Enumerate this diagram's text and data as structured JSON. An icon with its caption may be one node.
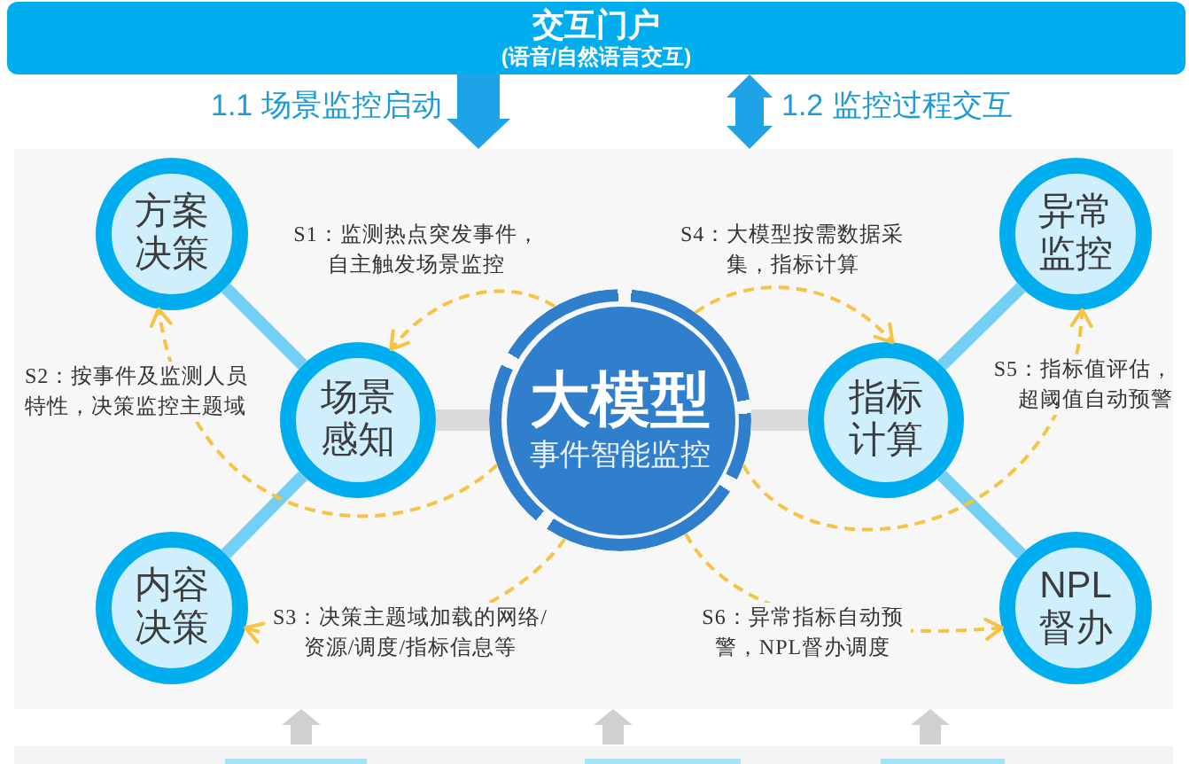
{
  "diagram": {
    "nodes": [
      {
        "text": [
          "交互门户",
          "(语音/自然语言交互)"
        ]
      },
      {
        "text": [],
        "shape": "box"
      },
      {
        "text": [
          "方案决策"
        ],
        "in": 1
      },
      {
        "text": [
          "场景感知"
        ],
        "in": 1
      },
      {
        "text": [
          "大模型",
          "事件智能监控"
        ],
        "in": 1
      },
      {
        "text": [
          "指标计算"
        ],
        "in": 1
      },
      {
        "text": [
          "异常监控"
        ],
        "in": 1
      },
      {
        "text": [
          "内容决策"
        ],
        "in": 1
      },
      {
        "text": [
          "NPL督办"
        ],
        "in": 1
      }
    ],
    "edges": [
      {
        "from": 0,
        "to": 1,
        "arrow": "to",
        "label": "1.1 场景监控启动",
        "style": "thick",
        "color": "#1fa3e8"
      },
      {
        "from": 0,
        "to": 1,
        "arrow": "both",
        "label": "1.2 监控过程交互",
        "style": "thick",
        "color": "#1fa3e8"
      },
      {
        "from": 2,
        "to": 3,
        "arrow": "none",
        "color": "#74cff5"
      },
      {
        "from": 3,
        "to": 7,
        "arrow": "none",
        "color": "#74cff5"
      },
      {
        "from": 3,
        "to": 4,
        "arrow": "none",
        "color": "#d9d9d9"
      },
      {
        "from": 4,
        "to": 5,
        "arrow": "none",
        "color": "#d9d9d9"
      },
      {
        "from": 5,
        "to": 6,
        "arrow": "none",
        "color": "#74cff5"
      },
      {
        "from": 5,
        "to": 8,
        "arrow": "none",
        "color": "#74cff5"
      },
      {
        "from": 4,
        "to": 3,
        "arrow": "to",
        "style": "dashed",
        "label": "S1：监测热点突发事件，自主触发场景监控"
      },
      {
        "from": 4,
        "to": 2,
        "arrow": "to",
        "style": "dashed",
        "label": "S2：按事件及监测人员特性，决策监控主题域"
      },
      {
        "from": 4,
        "to": 7,
        "arrow": "to",
        "style": "dashed",
        "label": "S3：决策主题域加载的网络/资源/调度/指标信息等"
      },
      {
        "from": 4,
        "to": 5,
        "arrow": "to",
        "style": "dashed",
        "label": "S4：大模型按需数据采集，指标计算"
      },
      {
        "from": 4,
        "to": 6,
        "arrow": "to",
        "style": "dashed",
        "label": "S5：指标值评估，超阈值自动预警"
      },
      {
        "from": 4,
        "to": 8,
        "arrow": "to",
        "style": "dashed",
        "label": "S6：异常指标自动预警，NPL督办调度"
      },
      {
        "from": null,
        "to": 1,
        "arrow": "to",
        "color": "#d0d0d0"
      },
      {
        "from": null,
        "to": 1,
        "arrow": "to",
        "color": "#d0d0d0"
      },
      {
        "from": null,
        "to": 1,
        "arrow": "to",
        "color": "#d0d0d0"
      }
    ]
  }
}
